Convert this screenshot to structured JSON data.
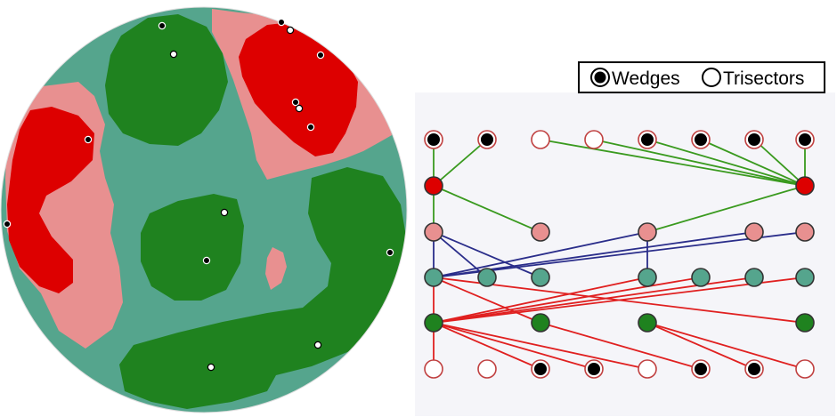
{
  "legend": {
    "wedges_label": "Wedges",
    "trisectors_label": "Trisectors"
  },
  "colors": {
    "dark_red": "#dd0000",
    "light_red": "#e89090",
    "teal": "#55a58d",
    "dark_green": "#1f821f",
    "white": "#ffffff",
    "black": "#000000",
    "edge_green": "#3a9a1f",
    "edge_blue": "#2a2d8a",
    "edge_red": "#e02020",
    "panel_bg": "#f5f5f9"
  },
  "graph": {
    "rows": [
      {
        "role": "top-points",
        "nodes": [
          "wedge",
          "wedge",
          "trisector",
          "trisector",
          "wedge",
          "wedge",
          "wedge",
          "wedge"
        ]
      },
      {
        "role": "dark-red",
        "nodes": [
          "dark_red",
          null,
          null,
          null,
          null,
          null,
          null,
          "dark_red"
        ]
      },
      {
        "role": "light-red",
        "nodes": [
          "light_red",
          null,
          "light_red",
          null,
          "light_red",
          null,
          "light_red",
          "light_red"
        ]
      },
      {
        "role": "teal",
        "nodes": [
          "teal",
          "teal",
          "teal",
          null,
          "teal",
          "teal",
          "teal",
          "teal"
        ]
      },
      {
        "role": "dark-green",
        "nodes": [
          "dark_green",
          null,
          "dark_green",
          null,
          "dark_green",
          null,
          null,
          "dark_green"
        ]
      },
      {
        "role": "bottom-points",
        "nodes": [
          "trisector",
          "trisector",
          "wedge",
          "wedge",
          "trisector",
          "wedge",
          "wedge",
          "trisector"
        ]
      }
    ],
    "edges": [
      {
        "color": "edge_green",
        "links": [
          [
            0,
            0,
            1,
            0
          ],
          [
            0,
            1,
            1,
            0
          ],
          [
            1,
            0,
            2,
            0
          ],
          [
            1,
            0,
            2,
            2
          ],
          [
            0,
            7,
            1,
            7
          ],
          [
            0,
            2,
            1,
            7
          ],
          [
            0,
            3,
            1,
            7
          ],
          [
            0,
            4,
            1,
            7
          ],
          [
            0,
            5,
            1,
            7
          ],
          [
            0,
            6,
            1,
            7
          ],
          [
            1,
            7,
            2,
            4
          ]
        ]
      },
      {
        "color": "edge_blue",
        "links": [
          [
            2,
            0,
            3,
            0
          ],
          [
            2,
            0,
            3,
            1
          ],
          [
            2,
            0,
            3,
            2
          ],
          [
            3,
            0,
            2,
            4
          ],
          [
            3,
            0,
            2,
            6
          ],
          [
            3,
            0,
            2,
            7
          ],
          [
            2,
            4,
            3,
            4
          ]
        ]
      },
      {
        "color": "edge_red",
        "links": [
          [
            3,
            0,
            4,
            0
          ],
          [
            3,
            0,
            4,
            2
          ],
          [
            3,
            0,
            4,
            7
          ],
          [
            4,
            0,
            3,
            4
          ],
          [
            4,
            0,
            3,
            5
          ],
          [
            4,
            0,
            3,
            6
          ],
          [
            4,
            0,
            3,
            7
          ],
          [
            4,
            0,
            5,
            0
          ],
          [
            4,
            0,
            5,
            2
          ],
          [
            4,
            0,
            5,
            3
          ],
          [
            4,
            0,
            5,
            4
          ],
          [
            4,
            2,
            5,
            5
          ],
          [
            4,
            4,
            5,
            6
          ],
          [
            4,
            4,
            5,
            7
          ]
        ]
      }
    ]
  }
}
